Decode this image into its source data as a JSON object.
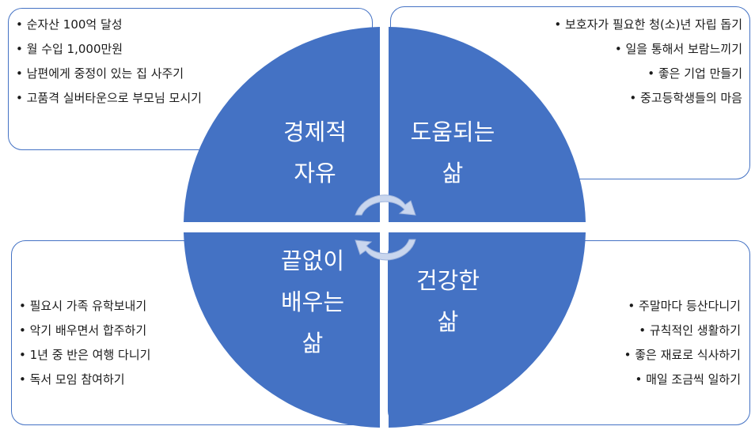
{
  "quadrants": {
    "top_left": {
      "label_lines": [
        "경제적",
        "자유"
      ]
    },
    "top_right": {
      "label_lines": [
        "도움되는",
        "삶"
      ]
    },
    "bottom_left": {
      "label_lines": [
        "끝없이",
        "배우는",
        "삶"
      ]
    },
    "bottom_right": {
      "label_lines": [
        "건강한",
        "삶"
      ]
    }
  },
  "boxes": {
    "top_left": {
      "items": [
        "순자산 100억 달성",
        "월 수입 1,000만원",
        "남편에게 중정이 있는 집 사주기",
        "고품격 실버타운으로 부모님 모시기"
      ]
    },
    "top_right": {
      "items": [
        "보호자가 필요한 청(소)년 자립 돕기",
        "일을 통해서 보람느끼기",
        "좋은 기업 만들기",
        "중고등학생들의 마음"
      ]
    },
    "bottom_left": {
      "items": [
        "필요시 가족 유학보내기",
        "악기 배우면서 합주하기",
        "1년 중 반은 여행 다니기",
        "독서 모임 참여하기"
      ]
    },
    "bottom_right": {
      "items": [
        "주말마다 등산다니기",
        "규칙적인 생활하기",
        "좋은 재료로 식사하기",
        "매일 조금씩 일하기"
      ]
    }
  },
  "colors": {
    "quadrant_fill": "#4472c4",
    "border": "#4472c4",
    "arrow_fill": "#c9d6ee"
  }
}
